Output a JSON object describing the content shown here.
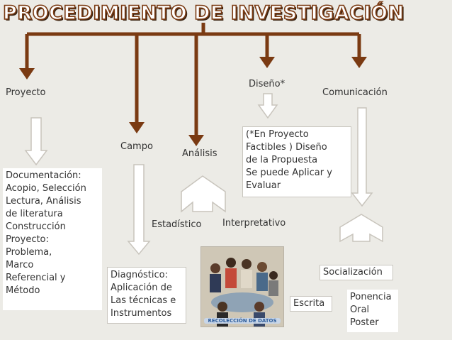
{
  "title": "PROCEDIMIENTO DE INVESTIGACIÓN",
  "colors": {
    "brown": "#7a3a12",
    "arrow_fill": "#ffffff",
    "arrow_stroke": "#c8c4bc",
    "background": "#ecebe6"
  },
  "nodes": {
    "proyecto": "Proyecto",
    "campo": "Campo",
    "analisis": "Análisis",
    "diseno": "Diseño*",
    "comunicacion": "Comunicación",
    "estadistico": "Estadístico",
    "interpretativo": "Interpretativo",
    "socializacion": "Socialización",
    "escrita": "Escrita"
  },
  "documentacion_lines": [
    "Documentación:",
    "Acopio, Selección",
    "Lectura, Análisis",
    "de literatura",
    "Construcción",
    "Proyecto:",
    "Problema,",
    "Marco",
    "Referencial y",
    "Método"
  ],
  "diseno_note_lines": [
    "(*En Proyecto",
    "Factibles ) Diseño",
    "de la Propuesta",
    "Se puede Aplicar  y",
    "Evaluar"
  ],
  "diagnostico_lines": [
    "Diagnóstico:",
    "Aplicación de",
    "Las técnicas e",
    "Instrumentos"
  ],
  "ponencia_lines": [
    "Ponencia",
    "Oral",
    "Poster"
  ],
  "photo": {
    "icon": "people-meeting-photo",
    "caption": "RECOLECCIÓN DE DATOS"
  }
}
